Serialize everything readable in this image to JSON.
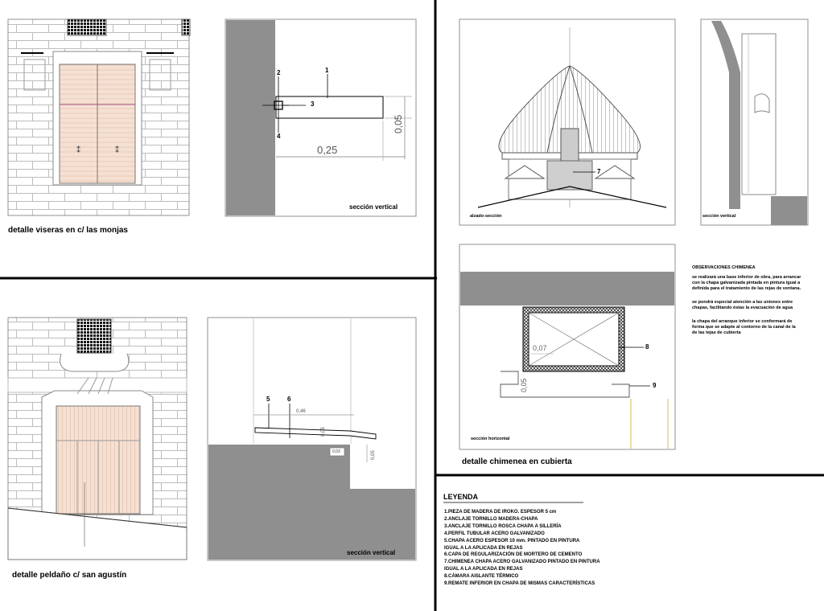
{
  "panels": {
    "viseras": {
      "caption": "detalle viseras  en c/ las monjas",
      "section_label": "sección vertical"
    },
    "peldano": {
      "caption": "detalle peldaño c/ san agustín",
      "section_label": "sección vertical"
    },
    "chimenea": {
      "elevation_label": "alzado-sección",
      "section_label": "sección vertical",
      "horizontal_label": "sección horizontal",
      "caption": "detalle chimenea en cubierta"
    }
  },
  "callouts": {
    "n1": "1",
    "n2": "2",
    "n3": "3",
    "n4": "4",
    "n5": "5",
    "n6": "6",
    "n7": "7",
    "n8": "8",
    "n9": "9"
  },
  "dimensions": {
    "d025": "0,25",
    "d005a": "0,05",
    "d046": "0,46",
    "d005b": "0,05",
    "d003": "0,03",
    "d005c": "0,05",
    "d007": "0,07",
    "d005d": "0,05"
  },
  "observaciones": {
    "title": "OBSERVACIONES CHIMENEA",
    "p1": [
      "se realizará una base inferior de obra, para arrancar",
      "con la chapa galvanizada pintada en pintura igual a",
      "definida para el tratamiento de las rejas de ventana."
    ],
    "p2": [
      "se pondrá especial atención a las uniones entre",
      "chapas, facilitando éstas la evacuación de agua"
    ],
    "p3": [
      "la chapa del arranque inferior se conformará de",
      "forma que se adapte al contorno de la canal de la",
      "de las tejas de cubierta"
    ]
  },
  "leyenda": {
    "title": "LEYENDA",
    "items": [
      "1.PIEZA DE MADERA DE IROKO. ESPESOR 5 cm",
      "2.ANCLAJE TORNILLO MADERA-CHAPA",
      "3.ANCLAJE TORNILLO ROSCA CHAPA A SILLERÍA",
      "4.PERFIL TUBULAR ACERO GALVANIZADO",
      "5.CHAPA ACERO ESPESOR 10 mm. PINTADO EN PINTURA",
      "IGUAL A LA APLICADA EN REJAS",
      "6.CAPA DE REGULARIZACIÓN DE MORTERO DE CEMENTO",
      "7.CHIMENEA CHAPA ACERO GALVANIZADO PINTADO EN PINTURA",
      "IGUAL A LA APLICADA EN REJAS",
      "8.CÁMARA AISLANTE TÉRMICO",
      "9.REMATE INFERIOR EN CHAPA DE MISMAS CARACTERÍSTICAS"
    ]
  }
}
